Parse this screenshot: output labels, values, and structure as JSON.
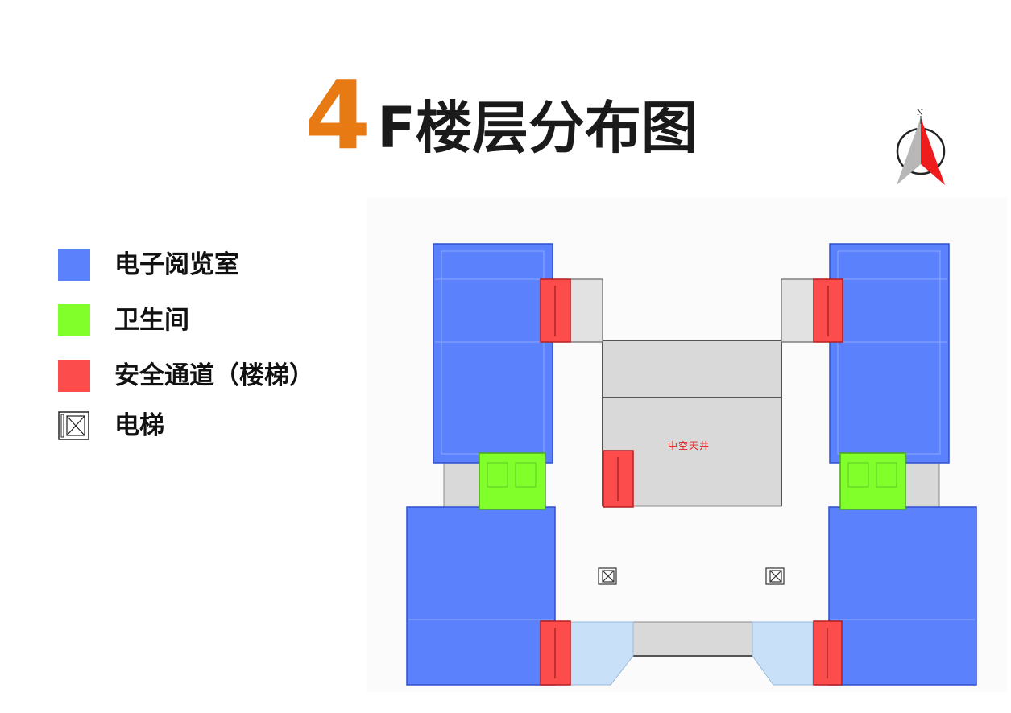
{
  "title": {
    "floor_number": "4",
    "text": "F楼层分布图",
    "number_color": "#e87a14"
  },
  "compass": {
    "north_label": "N"
  },
  "legend": {
    "items": [
      {
        "label": "电子阅览室",
        "color": "#5b82fc"
      },
      {
        "label": "卫生间",
        "color": "#80ff2a"
      },
      {
        "label": "安全通道（楼梯）",
        "color": "#fc4c4c"
      },
      {
        "label": "电梯",
        "icon": "elevator-icon"
      }
    ]
  },
  "floor_plan": {
    "void_label": "中空天井",
    "colors": {
      "reading_room": "#5b82fc",
      "restroom": "#80ff2a",
      "stairs": "#fc4c4c",
      "corridor": "#d9d9d9",
      "glass": "#c8e0f8"
    }
  }
}
